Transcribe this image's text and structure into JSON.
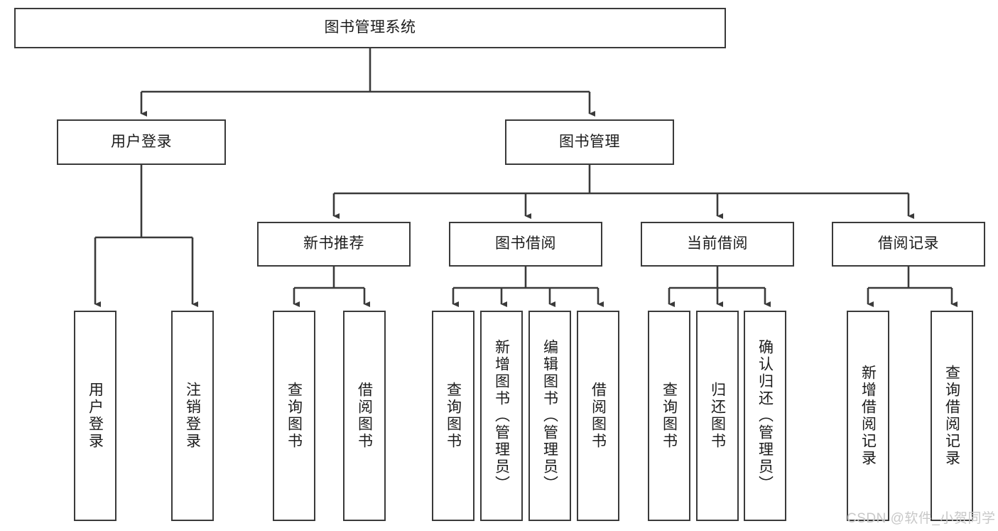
{
  "diagram": {
    "title": "图书管理系统",
    "type": "tree-hierarchy",
    "root": {
      "label": "图书管理系统"
    },
    "level2": [
      {
        "label": "用户登录"
      },
      {
        "label": "图书管理"
      }
    ],
    "level3": [
      {
        "label": "新书推荐"
      },
      {
        "label": "图书借阅"
      },
      {
        "label": "当前借阅"
      },
      {
        "label": "借阅记录"
      }
    ],
    "leaves": {
      "user_login": [
        {
          "label": "用户登录"
        },
        {
          "label": "注销登录"
        }
      ],
      "new_book_recommend": [
        {
          "label": "查询图书"
        },
        {
          "label": "借阅图书"
        }
      ],
      "book_borrow": [
        {
          "label": "查询图书"
        },
        {
          "label": "新增图书（管理员）"
        },
        {
          "label": "编辑图书（管理员）"
        },
        {
          "label": "借阅图书"
        }
      ],
      "current_borrow": [
        {
          "label": "查询图书"
        },
        {
          "label": "归还图书"
        },
        {
          "label": "确认归还（管理员）"
        }
      ],
      "borrow_record": [
        {
          "label": "新增借阅记录"
        },
        {
          "label": "查询借阅记录"
        }
      ]
    }
  },
  "watermark": {
    "text": "CSDN @软件_小贺同学"
  },
  "colors": {
    "stroke": "#3a3a3a",
    "text": "#1c1c1c",
    "background": "#ffffff",
    "watermark": "#c8c8c8"
  }
}
